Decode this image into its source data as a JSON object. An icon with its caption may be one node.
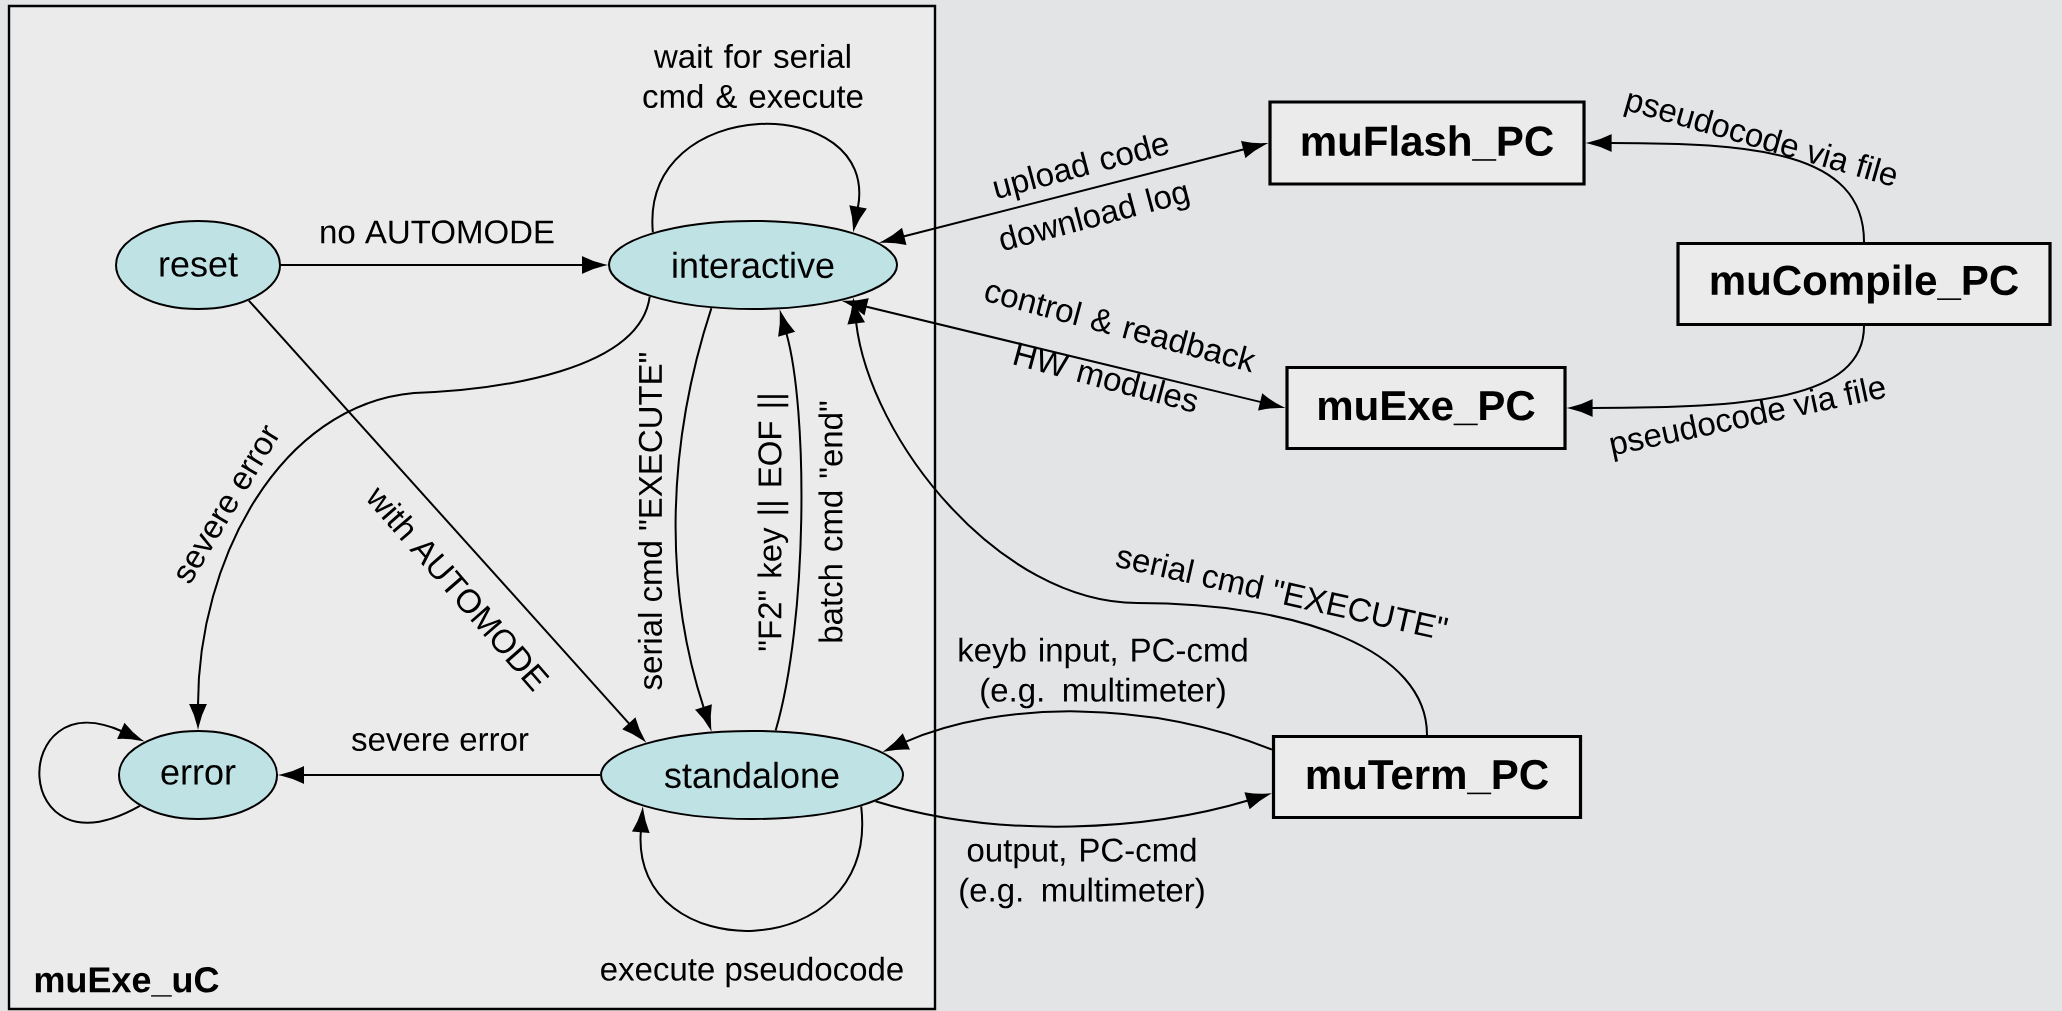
{
  "diagram": {
    "nodes": [
      {
        "text": [
          "muExe_uC"
        ]
      },
      {
        "text": [
          "reset"
        ],
        "in": 0
      },
      {
        "text": [
          "interactive"
        ],
        "in": 0
      },
      {
        "text": [
          "error"
        ],
        "in": 0
      },
      {
        "text": [
          "standalone"
        ],
        "in": 0
      },
      {
        "text": [
          "muFlash_PC"
        ]
      },
      {
        "text": [
          "muCompile_PC"
        ]
      },
      {
        "text": [
          "muExe_PC"
        ]
      },
      {
        "text": [
          "muTerm_PC"
        ]
      }
    ],
    "edges": [
      {
        "from": 1,
        "to": 2,
        "arrow": "to",
        "label": "no AUTOMODE"
      },
      {
        "from": 2,
        "to": 2,
        "arrow": "to",
        "label": "wait for serial cmd & execute"
      },
      {
        "from": 1,
        "to": 4,
        "arrow": "to",
        "label": "with AUTOMODE"
      },
      {
        "from": 2,
        "to": 3,
        "arrow": "to",
        "label": "severe error"
      },
      {
        "from": 2,
        "to": 4,
        "arrow": "to",
        "label": "serial cmd \"EXECUTE\""
      },
      {
        "from": 4,
        "to": 2,
        "arrow": "to",
        "label": "\"F2\" key || EOF || batch cmd \"end\""
      },
      {
        "from": 4,
        "to": 4,
        "arrow": "to",
        "label": "execute pseudocode"
      },
      {
        "from": 3,
        "to": 3,
        "arrow": "to"
      },
      {
        "from": 4,
        "to": 3,
        "arrow": "to",
        "label": "severe error"
      },
      {
        "from": 2,
        "to": 5,
        "arrow": "both",
        "label": "upload code download log"
      },
      {
        "from": 2,
        "to": 7,
        "arrow": "both",
        "label": "control & readback HW modules"
      },
      {
        "from": 6,
        "to": 5,
        "arrow": "to",
        "label": "pseudocode via file"
      },
      {
        "from": 6,
        "to": 7,
        "arrow": "to",
        "label": "pseudocode via file"
      },
      {
        "from": 8,
        "to": 2,
        "arrow": "to",
        "label": "serial cmd \"EXECUTE\""
      },
      {
        "from": 8,
        "to": 4,
        "arrow": "to",
        "label": "keyb input, PC-cmd (e.g. multimeter)"
      },
      {
        "from": 4,
        "to": 8,
        "arrow": "to",
        "label": "output, PC-cmd (e.g. multimeter)"
      }
    ]
  }
}
